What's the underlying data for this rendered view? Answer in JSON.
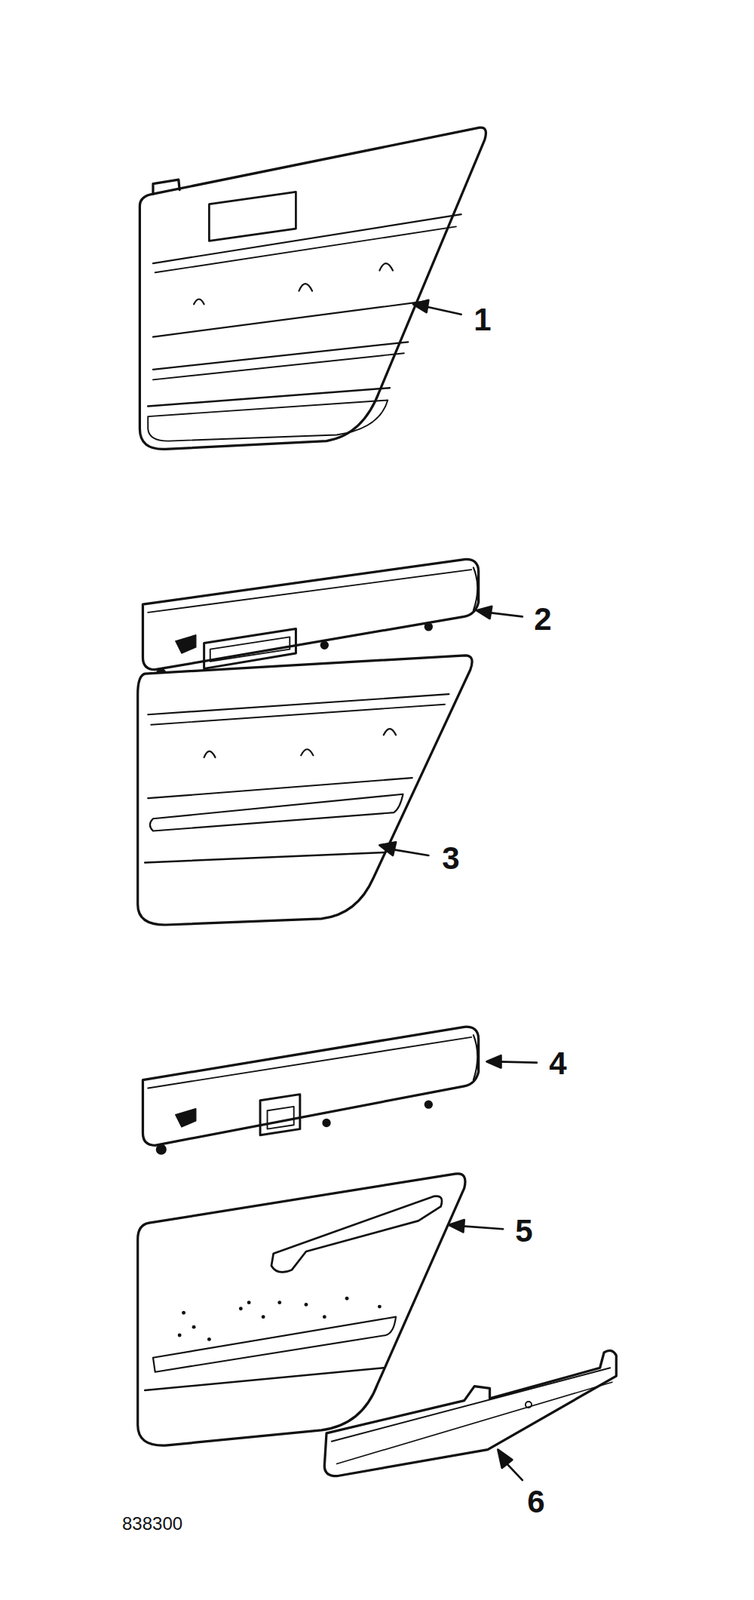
{
  "diagram": {
    "labels": [
      "1",
      "2",
      "3",
      "4",
      "5",
      "6",
      "838300"
    ]
  }
}
